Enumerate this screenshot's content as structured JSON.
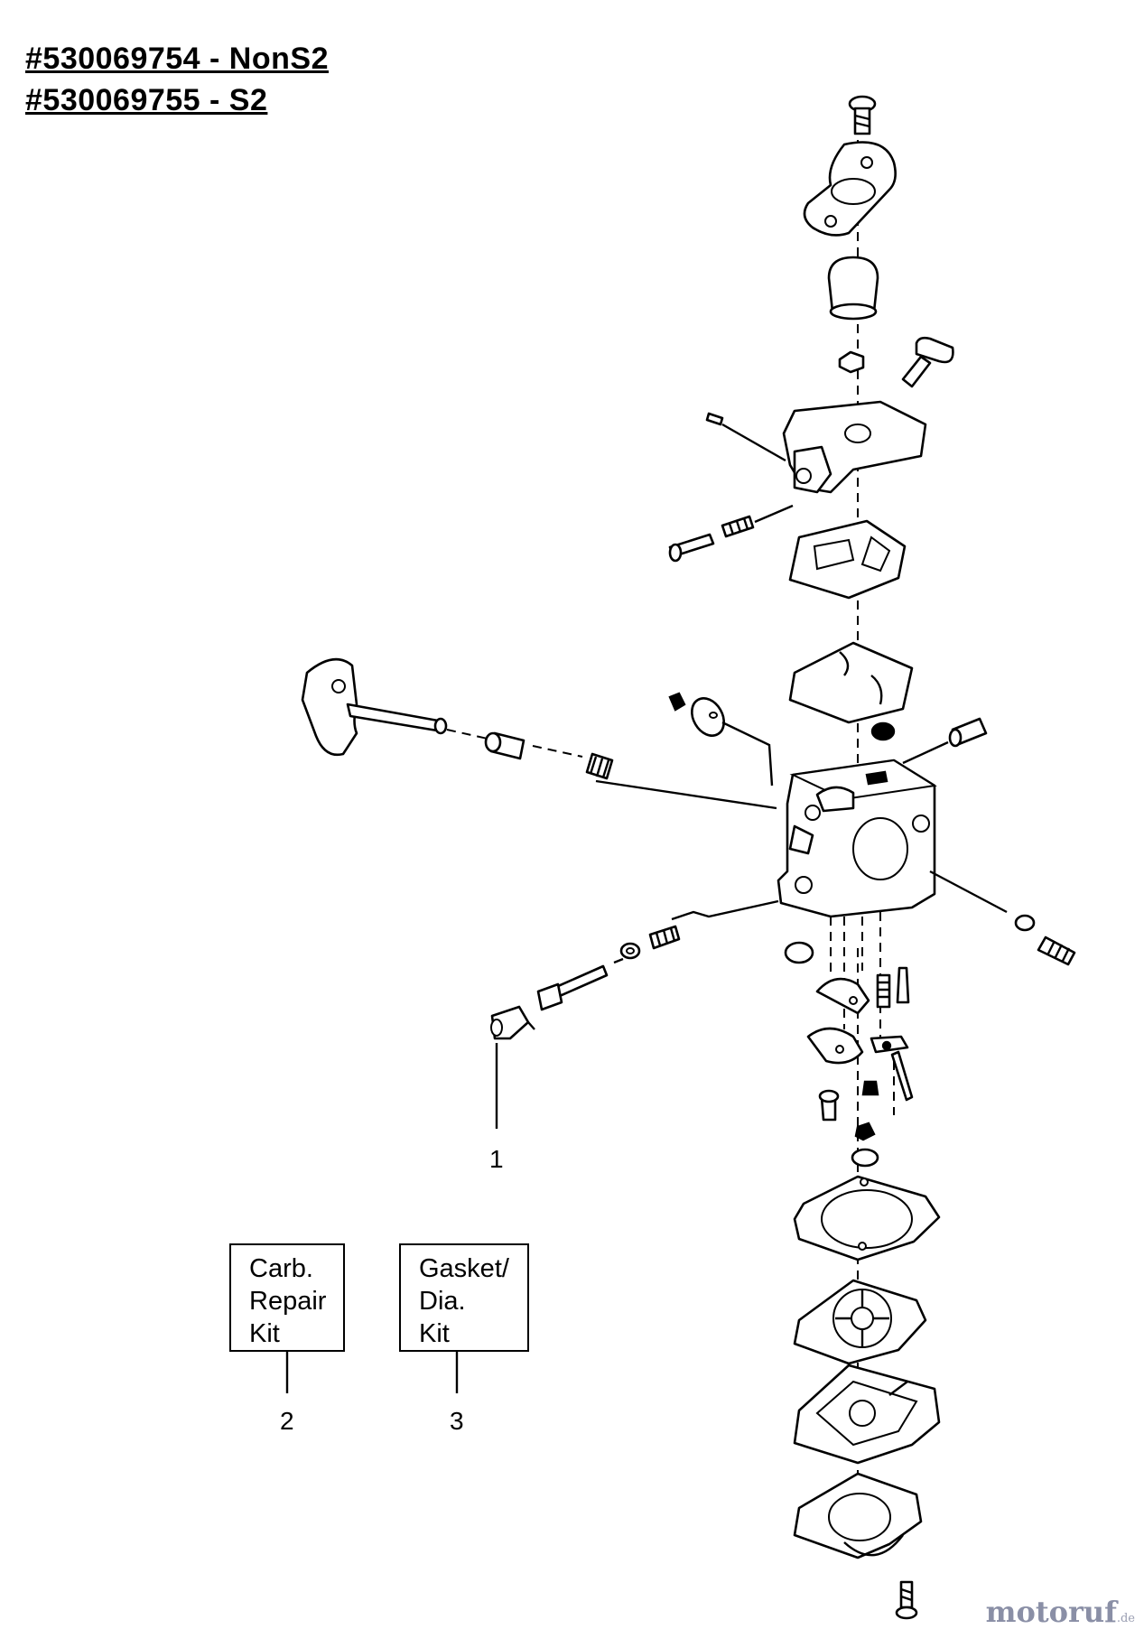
{
  "header": {
    "line1": "#530069754 - NonS2",
    "line2": "#530069755 - S2"
  },
  "kits": [
    {
      "lines": [
        "Carb.",
        "Repair",
        "Kit"
      ],
      "number": "2"
    },
    {
      "lines": [
        "Gasket/",
        "Dia.",
        "Kit"
      ],
      "number": "3"
    }
  ],
  "callout_1": "1",
  "watermark": {
    "brand": "motoruf",
    "suffix": ".de",
    "color": "#8a8fa6"
  }
}
